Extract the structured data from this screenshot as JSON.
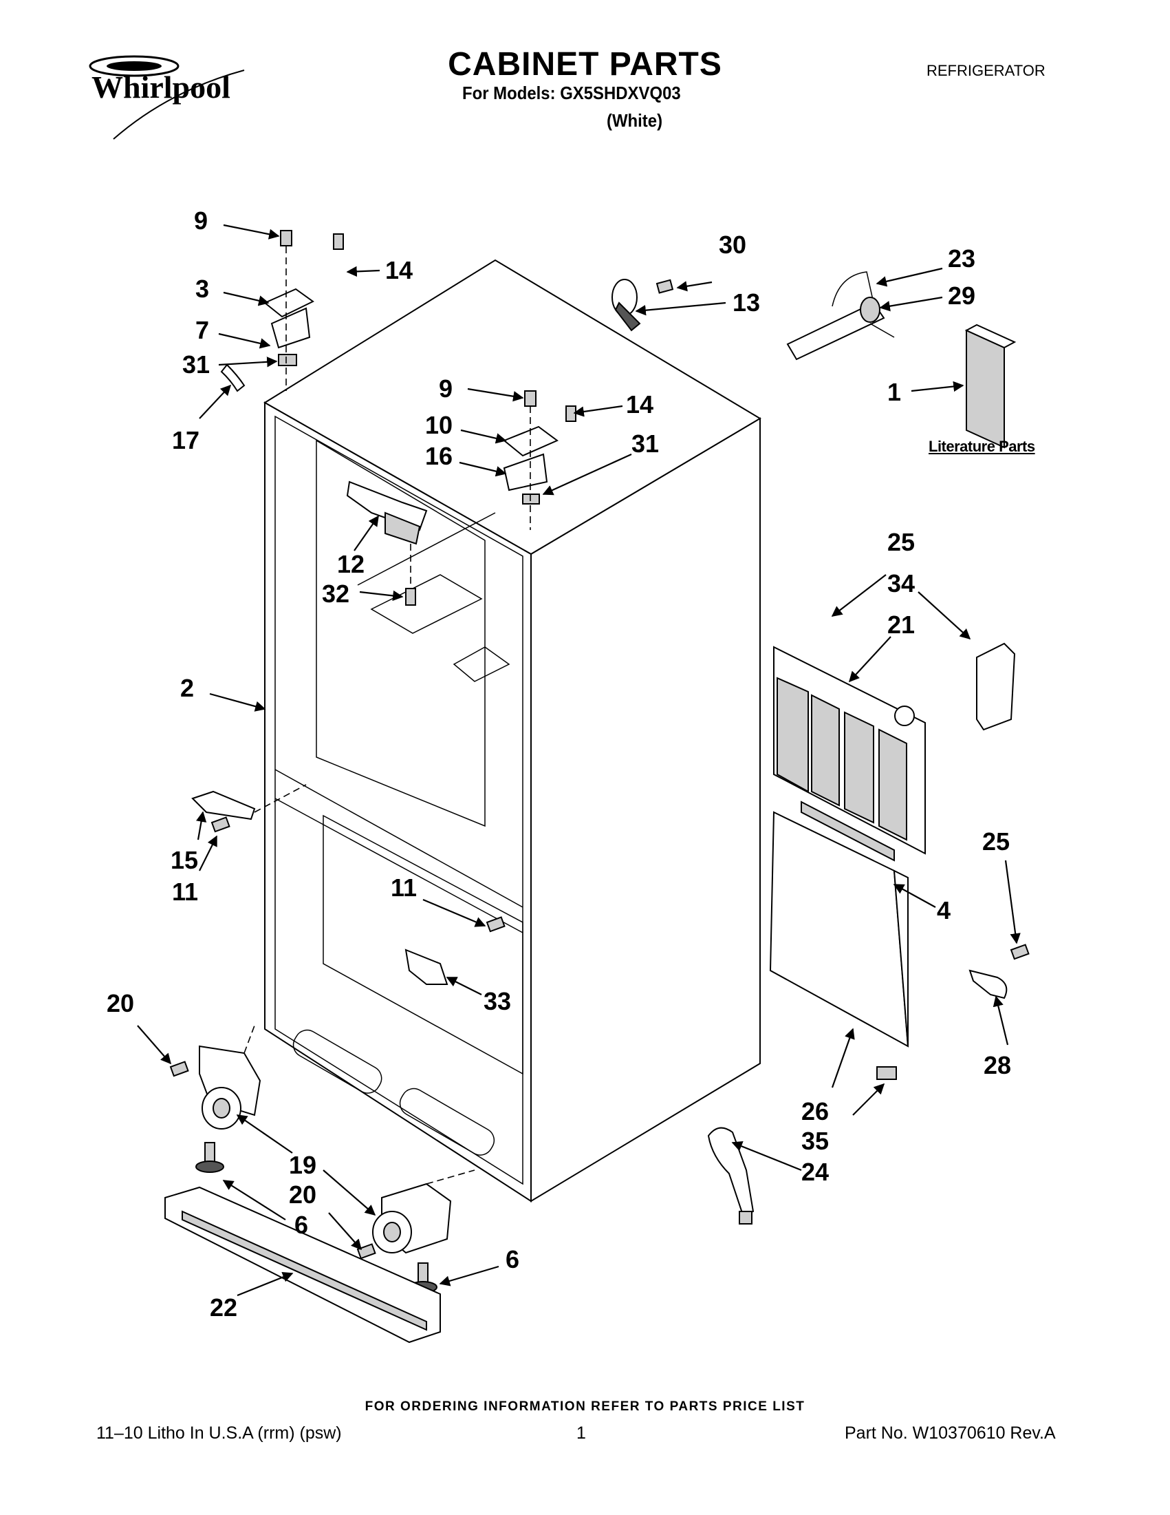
{
  "header": {
    "brand": "Whirlpool",
    "title": "CABINET PARTS",
    "models_line": "For Models: GX5SHDXVQ03",
    "color_line": "(White)",
    "category": "REFRIGERATOR"
  },
  "literature_label": "Literature Parts",
  "callouts": [
    {
      "id": "c9a",
      "text": "9"
    },
    {
      "id": "c14a",
      "text": "14"
    },
    {
      "id": "c3",
      "text": "3"
    },
    {
      "id": "c7",
      "text": "7"
    },
    {
      "id": "c31a",
      "text": "31"
    },
    {
      "id": "c17",
      "text": "17"
    },
    {
      "id": "c30",
      "text": "30"
    },
    {
      "id": "c13",
      "text": "13"
    },
    {
      "id": "c23",
      "text": "23"
    },
    {
      "id": "c29",
      "text": "29"
    },
    {
      "id": "c1",
      "text": "1"
    },
    {
      "id": "c9b",
      "text": "9"
    },
    {
      "id": "c14b",
      "text": "14"
    },
    {
      "id": "c10",
      "text": "10"
    },
    {
      "id": "c16",
      "text": "16"
    },
    {
      "id": "c31b",
      "text": "31"
    },
    {
      "id": "c12",
      "text": "12"
    },
    {
      "id": "c32",
      "text": "32"
    },
    {
      "id": "c25a",
      "text": "25"
    },
    {
      "id": "c34",
      "text": "34"
    },
    {
      "id": "c21",
      "text": "21"
    },
    {
      "id": "c2",
      "text": "2"
    },
    {
      "id": "c15",
      "text": "15"
    },
    {
      "id": "c11a",
      "text": "11"
    },
    {
      "id": "c11b",
      "text": "11"
    },
    {
      "id": "c4",
      "text": "4"
    },
    {
      "id": "c25b",
      "text": "25"
    },
    {
      "id": "c33",
      "text": "33"
    },
    {
      "id": "c28",
      "text": "28"
    },
    {
      "id": "c20a",
      "text": "20"
    },
    {
      "id": "c26",
      "text": "26"
    },
    {
      "id": "c35",
      "text": "35"
    },
    {
      "id": "c24",
      "text": "24"
    },
    {
      "id": "c19",
      "text": "19"
    },
    {
      "id": "c20b",
      "text": "20"
    },
    {
      "id": "c6a",
      "text": "6"
    },
    {
      "id": "c6b",
      "text": "6"
    },
    {
      "id": "c22",
      "text": "22"
    }
  ],
  "footer": {
    "note": "FOR ORDERING INFORMATION REFER TO PARTS PRICE LIST",
    "left": "11–10 Litho In U.S.A (rrm) (psw)",
    "page": "1",
    "right": "Part No. W10370610 Rev.A"
  }
}
